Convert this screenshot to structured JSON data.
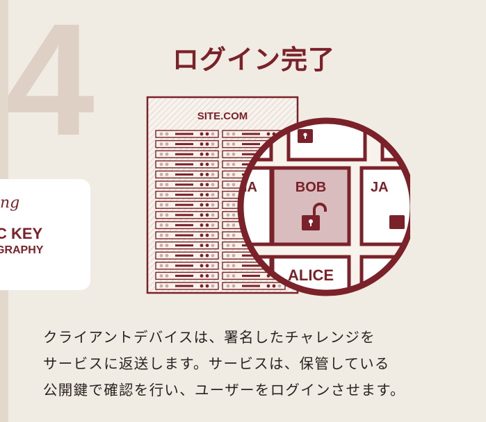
{
  "step": {
    "number": "4"
  },
  "title": "ログイン完了",
  "server": {
    "label": "SITE.COM",
    "rack_count": 16
  },
  "magnifier": {
    "users": [
      "RIA",
      "BOB",
      "JA",
      "ALICE"
    ],
    "highlighted_user": "BOB"
  },
  "side_card": {
    "script_text": "ng",
    "line1": "C KEY",
    "line2": "GRAPHY"
  },
  "description": {
    "line1": "クライアントデバイスは、署名したチャレンジを",
    "line2": "サービスに返送します。サービスは、保管している",
    "line3": "公開鍵で確認を行い、ユーザーをログインさせます。"
  },
  "colors": {
    "background": "#f1ece3",
    "accent": "#7a2129",
    "highlight_cell": "#d9bcbd",
    "step_number": "#ded0c4"
  }
}
